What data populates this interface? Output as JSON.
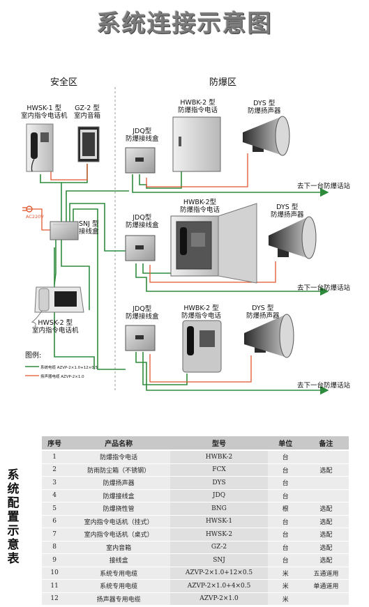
{
  "title": "系统连接示意图",
  "zones": {
    "safe": "安全区",
    "explosion": "防爆区"
  },
  "devices": {
    "hwsk1": [
      "HWSK-1 型",
      "室内指令电话机"
    ],
    "gz2": [
      "GZ-2 型",
      "室内音箱"
    ],
    "snj": [
      "SNJ 型",
      "接线盒"
    ],
    "hwsk2": [
      "HWSK-2 型",
      "室内指令电话机"
    ],
    "jdq1": [
      "JDQ型",
      "防爆接线盒"
    ],
    "jdq2": [
      "JDQ型",
      "防爆接线盒"
    ],
    "jdq3": [
      "JDQ型",
      "防爆接线盒"
    ],
    "hwbk1": [
      "HWBK-2 型",
      "防爆指令电话"
    ],
    "hwbk2": [
      "HWBK-2型",
      "防爆指令电话"
    ],
    "hwbk3": [
      "HWBK-2 型",
      "防爆指令电话"
    ],
    "dys1": [
      "DYS 型",
      "防爆扬声器"
    ],
    "dys2": [
      "DYS 型",
      "防爆扬声器"
    ],
    "dys3": [
      "DYS 型",
      "防爆扬声器"
    ]
  },
  "power_label": "AC220V",
  "destination": "去下一台防爆话站",
  "legend": {
    "title": "图例:",
    "items": [
      {
        "label": "系统电缆 AZVP-2×1.0+12×0.5",
        "color": "#2e8b3c"
      },
      {
        "label": "扬声器电缆 AZVP-2×1.0",
        "color": "#e2562f"
      }
    ]
  },
  "colors": {
    "system_cable": "#2e8b3c",
    "speaker_cable": "#e2562f",
    "zone_divider": "#9a9a9a"
  },
  "side_title": "系统配置示意表",
  "table": {
    "headers": [
      "序号",
      "产品名称",
      "型号",
      "单位",
      "备注"
    ],
    "rows": [
      [
        "1",
        "防爆指令电话",
        "HWBK-2",
        "台",
        ""
      ],
      [
        "2",
        "防雨防尘箱（不锈钢）",
        "FCX",
        "台",
        "选配"
      ],
      [
        "3",
        "防爆扬声器",
        "DYS",
        "台",
        ""
      ],
      [
        "4",
        "防爆接线盒",
        "JDQ",
        "台",
        ""
      ],
      [
        "5",
        "防爆挠性管",
        "BNG",
        "根",
        "选配"
      ],
      [
        "6",
        "室内指令电话机（挂式）",
        "HWSK-1",
        "台",
        "选配"
      ],
      [
        "7",
        "室内指令电话机（桌式）",
        "HWSK-2",
        "台",
        "选配"
      ],
      [
        "8",
        "室内音箱",
        "GZ-2",
        "台",
        "选配"
      ],
      [
        "9",
        "接线盒",
        "SNJ",
        "台",
        "选配"
      ],
      [
        "10",
        "系统专用电缆",
        "AZVP-2×1.0+12×0.5",
        "米",
        "五通道用"
      ],
      [
        "11",
        "系统专用电缆",
        "AZVP-2×1.0+4×0.5",
        "米",
        "单通道用"
      ],
      [
        "12",
        "扬声器专用电缆",
        "AZVP-2×1.0",
        "米",
        ""
      ]
    ]
  }
}
